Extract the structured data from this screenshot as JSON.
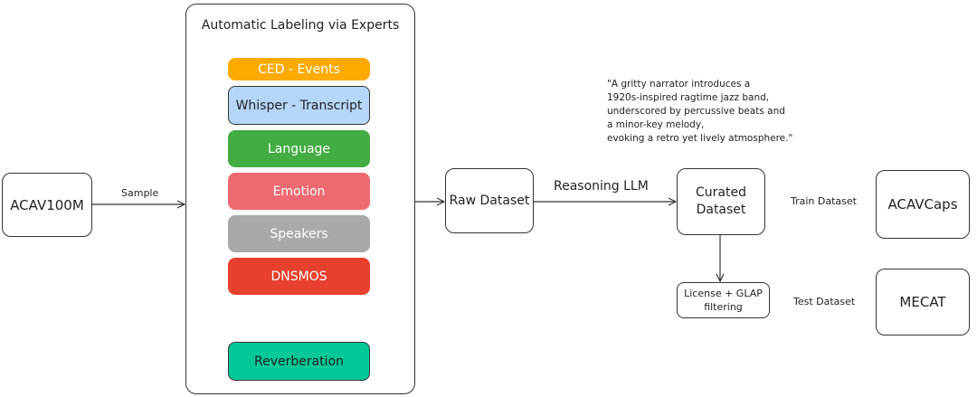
{
  "nodes": {
    "acav100m": "ACAV100M",
    "raw_dataset": "Raw Dataset",
    "curated_line1": "Curated",
    "curated_line2": "Dataset",
    "filter_line1": "License + GLAP",
    "filter_line2": "filtering",
    "acavcaps": "ACAVCaps",
    "mecat": "MECAT"
  },
  "experts_panel": {
    "title": "Automatic Labeling via Experts",
    "experts": [
      {
        "label": "CED - Events",
        "color": "#ffaa00",
        "text_color": "#ffffff"
      },
      {
        "label": "Whisper - Transcript",
        "color": "#b5d6f8",
        "text_color": "#222222"
      },
      {
        "label": "Language",
        "color": "#43ac43",
        "text_color": "#ffffff"
      },
      {
        "label": "Emotion",
        "color": "#ee6a70",
        "text_color": "#ffffff"
      },
      {
        "label": "Speakers",
        "color": "#a9a9a9",
        "text_color": "#ffffff"
      },
      {
        "label": "DNSMOS",
        "color": "#e8402e",
        "text_color": "#ffffff"
      },
      {
        "label": "Reverberation",
        "color": "#00c897",
        "text_color": "#222222"
      }
    ]
  },
  "edge_labels": {
    "sample": "Sample",
    "reasoning_llm": "Reasoning LLM",
    "train_dataset": "Train Dataset",
    "test_dataset": "Test Dataset"
  },
  "example_caption": [
    "\"A gritty narrator introduces a",
    "1920s-inspired ragtime jazz band,",
    "underscored by percussive beats and",
    "a minor-key melody,",
    "evoking a retro yet lively atmosphere.\""
  ]
}
